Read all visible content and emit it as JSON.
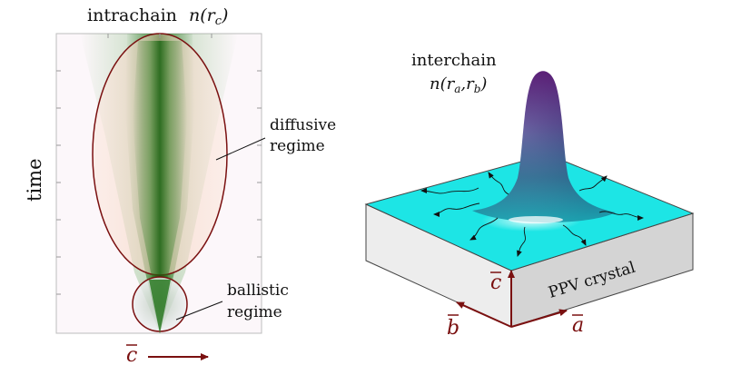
{
  "left_panel": {
    "title": "intrachain",
    "title_symbol": "n(r",
    "title_symbol_sub": "c",
    "title_symbol_close": ")",
    "y_label": "time",
    "diffusive_label_line1": "diffusive",
    "diffusive_label_line2": "regime",
    "ballistic_label_line1": "ballistic",
    "ballistic_label_line2": "regime",
    "axis_symbol": "c"
  },
  "right_panel": {
    "title": "interchain",
    "title_symbol": "n(r",
    "title_symbol_sub1": "a",
    "title_symbol_mid": ",r",
    "title_symbol_sub2": "b",
    "title_symbol_close": ")",
    "crystal_label": "PPV crystal",
    "axis_c": "c",
    "axis_b": "b",
    "axis_a": "a"
  },
  "colors": {
    "accent_dark_red": "#7a1010",
    "density_green": "#1a6a12",
    "diffusive_fill": "#f7d7c6",
    "crystal_top": "#1de5e5",
    "crystal_side": "#d4d4d4",
    "peak_top": "#5a1a7a",
    "peak_mid": "#2a6a9a"
  }
}
